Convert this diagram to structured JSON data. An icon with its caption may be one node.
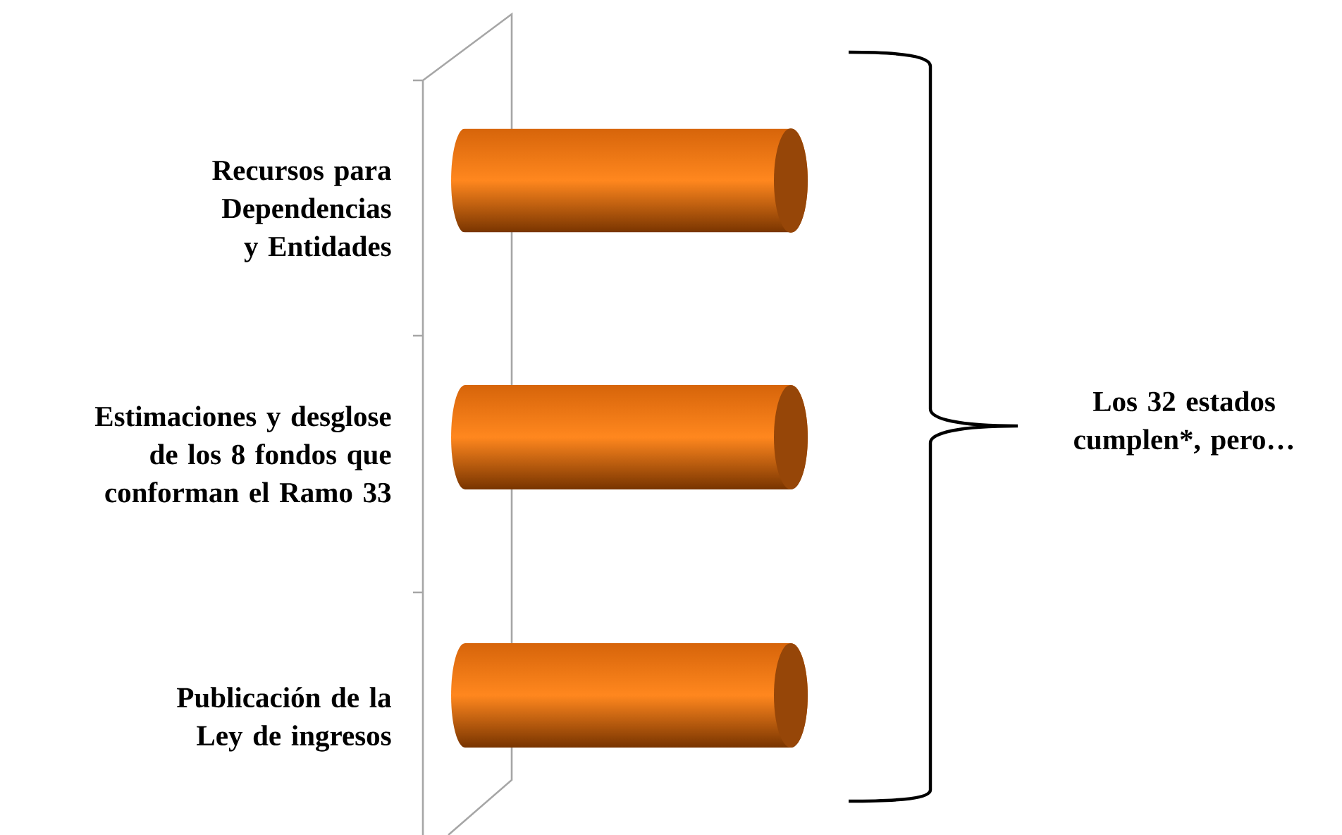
{
  "diagram": {
    "labels": [
      "Recursos para Dependencias y Entidades",
      "Estimaciones y desglose de los 8 fondos que conforman el Ramo 33",
      "Publicación de la Ley de ingresos",
      "Los 32 estados cumplen*, pero…"
    ]
  }
}
